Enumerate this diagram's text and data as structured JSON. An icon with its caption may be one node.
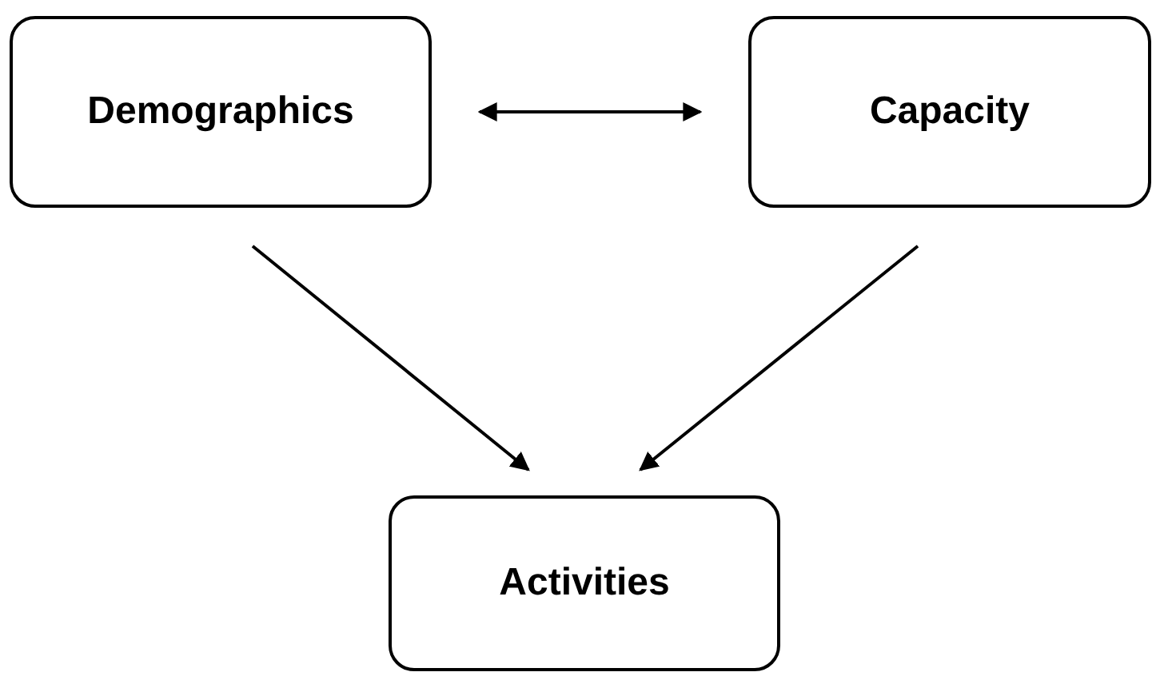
{
  "diagram": {
    "nodes": [
      {
        "text": [
          "Demographics"
        ]
      },
      {
        "text": [
          "Capacity"
        ]
      },
      {
        "text": [
          "Activities"
        ]
      }
    ],
    "edges": [
      {
        "from": 0,
        "to": 1,
        "arrow": "both"
      },
      {
        "from": 0,
        "to": 2,
        "arrow": "to"
      },
      {
        "from": 1,
        "to": 2,
        "arrow": "to"
      }
    ]
  }
}
